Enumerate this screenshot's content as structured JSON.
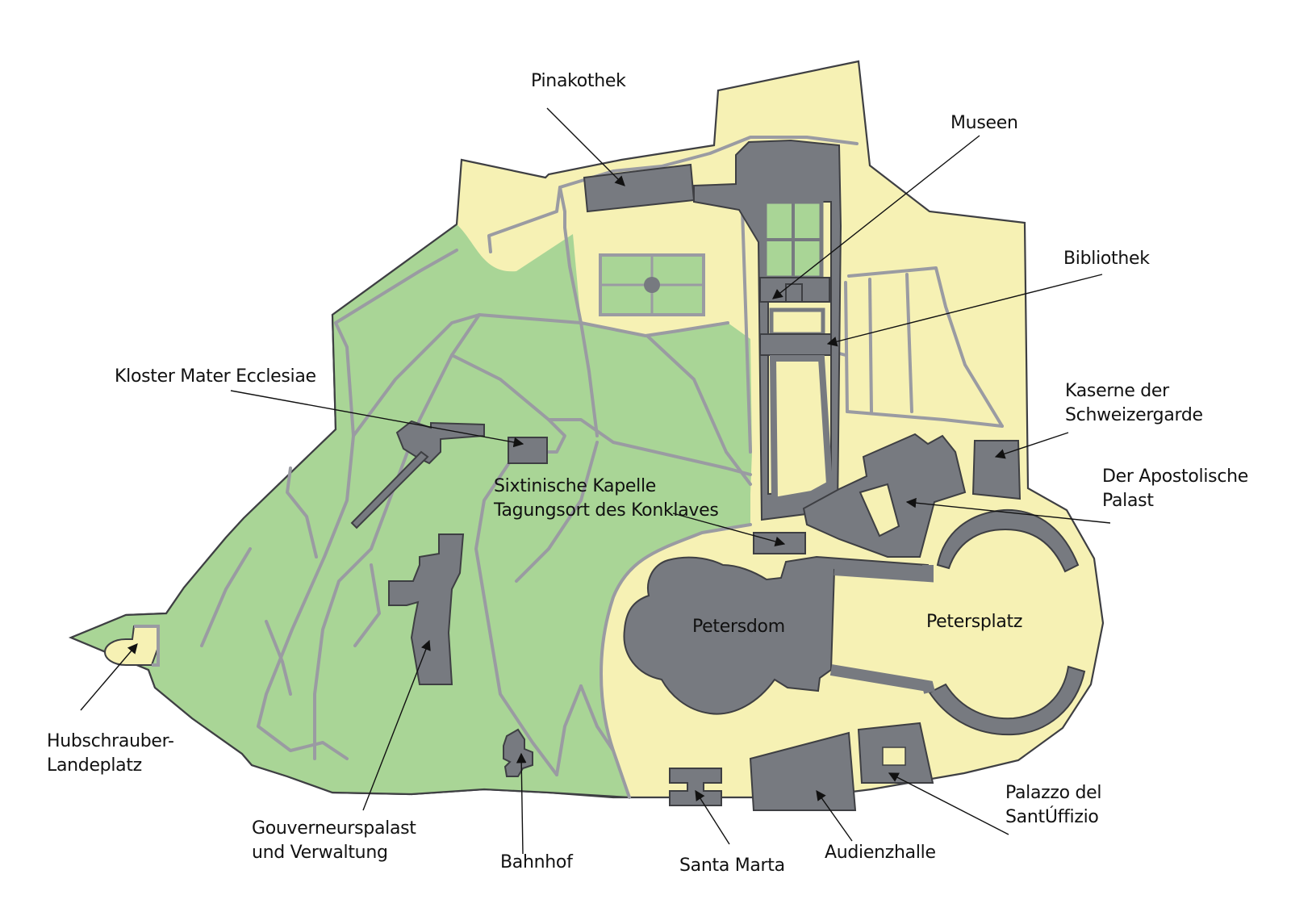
{
  "colors": {
    "background": "#ffffff",
    "territory": "#f6f1b4",
    "gardens": "#a9d596",
    "building": "#777a80",
    "building_stroke": "#3e3f43",
    "path": "#9a9ba2",
    "label": "#111111"
  },
  "labels": {
    "pinakothek": "Pinakothek",
    "museen": "Museen",
    "bibliothek": "Bibliothek",
    "kloster": "Kloster Mater Ecclesiae",
    "kaserne_1": "Kaserne der",
    "kaserne_2": "Schweizergarde",
    "palast_1": "Der Apostolische",
    "palast_2": "Palast",
    "sixtina_1": "Sixtinische Kapelle",
    "sixtina_2": "Tagungsort des Konklaves",
    "petersdom": "Petersdom",
    "petersplatz": "Petersplatz",
    "hubschrauber_1": "Hubschrauber-",
    "hubschrauber_2": "Landeplatz",
    "gouverneur_1": "Gouverneurspalast",
    "gouverneur_2": "und Verwaltung",
    "bahnhof": "Bahnhof",
    "santa_marta": "Santa Marta",
    "audienzhalle": "Audienzhalle",
    "uffizio_1": "Palazzo del",
    "uffizio_2": "SantÚffizio"
  }
}
